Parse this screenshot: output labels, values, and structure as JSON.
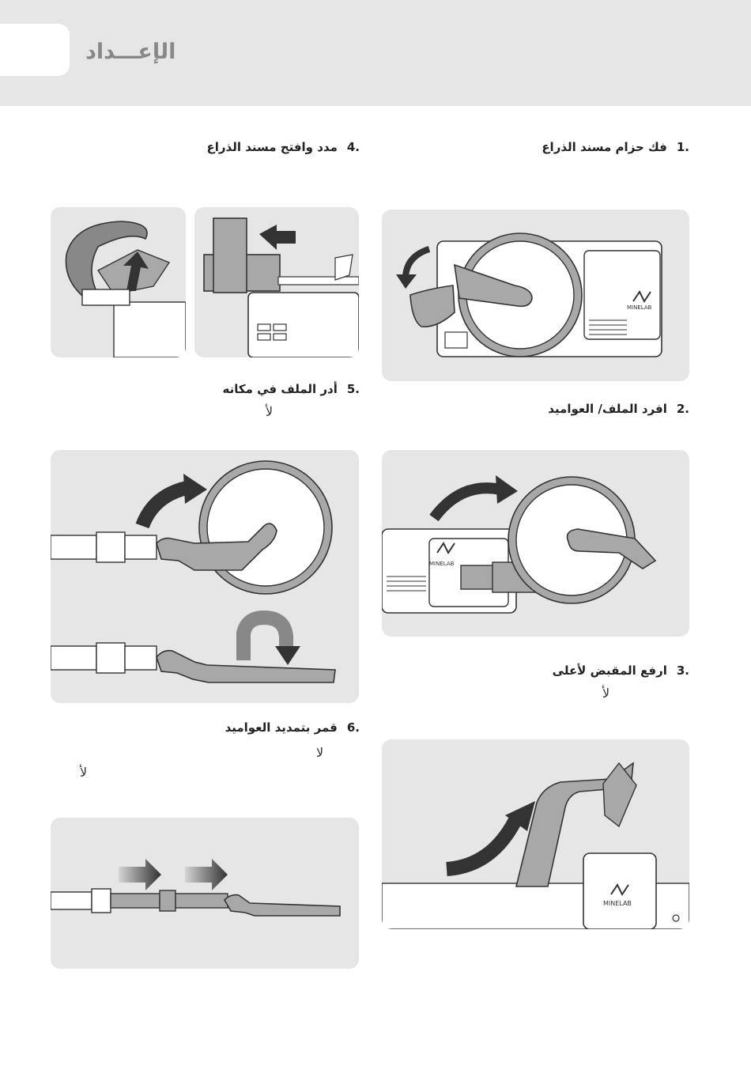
{
  "header": {
    "title": "الإعـــداد"
  },
  "steps": [
    {
      "num": ".1",
      "text": "فك حزام مسند الذراع"
    },
    {
      "num": ".2",
      "text": "افرد الملف/ العواميد"
    },
    {
      "num": ".3",
      "text": "ارفع المقبض لأعلى",
      "note": "لأ"
    },
    {
      "num": ".4",
      "text": "مدد وافتح مسند الذراع"
    },
    {
      "num": ".5",
      "text": "أدر الملف في مكانه",
      "note": "لأ"
    },
    {
      "num": ".6",
      "text": "قمر بتمديد العواميد",
      "note": "لا",
      "note2": "لأ"
    }
  ],
  "brand": {
    "logo_text": "MINELAB"
  },
  "colors": {
    "panel_bg": "#e6e6e6",
    "coil_fill": "#a8a8a8",
    "arrow_fill": "#333333",
    "strap_fill": "#888888"
  }
}
